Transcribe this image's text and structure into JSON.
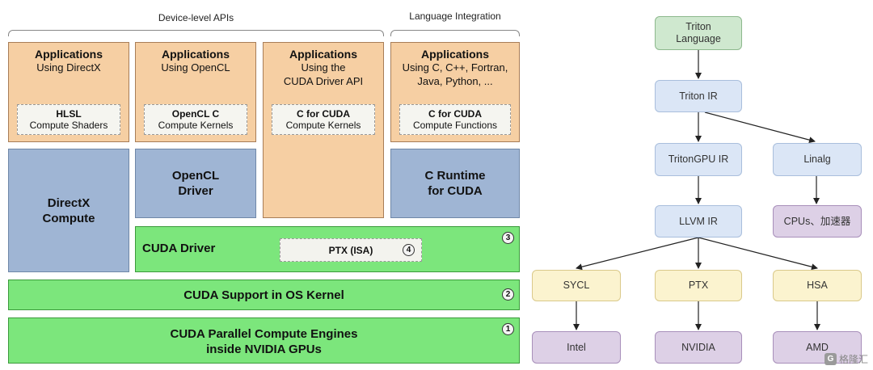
{
  "left": {
    "headers": {
      "device": "Device-level APIs",
      "language": "Language Integration"
    },
    "apps": [
      {
        "title": "Applications",
        "sub": "Using DirectX",
        "k1": "HLSL",
        "k2": "Compute Shaders"
      },
      {
        "title": "Applications",
        "sub": "Using OpenCL",
        "k1": "OpenCL C",
        "k2": "Compute Kernels"
      },
      {
        "title": "Applications",
        "sub": "Using the\nCUDA Driver API",
        "k1": "C for CUDA",
        "k2": "Compute Kernels"
      },
      {
        "title": "Applications",
        "sub": "Using C, C++, Fortran,\nJava, Python, ...",
        "k1": "C for CUDA",
        "k2": "Compute Functions"
      }
    ],
    "drivers": [
      {
        "label": "DirectX\nCompute"
      },
      {
        "label": "OpenCL\nDriver"
      },
      {
        "label": "C Runtime\nfor CUDA"
      }
    ],
    "cuda_driver": {
      "label": "CUDA Driver",
      "ptx": "PTX (ISA)",
      "ptx_num": "4",
      "num": "3"
    },
    "os_kernel": {
      "label": "CUDA Support in OS Kernel",
      "num": "2"
    },
    "engines": {
      "label": "CUDA Parallel Compute Engines\ninside NVIDIA GPUs",
      "num": "1"
    }
  },
  "right": {
    "nodes": {
      "triton_language": "Triton\nLanguage",
      "triton_ir": "Triton IR",
      "tritongpu_ir": "TritonGPU IR",
      "linalg": "Linalg",
      "llvm_ir": "LLVM IR",
      "cpus": "CPUs、加速器",
      "sycl": "SYCL",
      "ptx": "PTX",
      "hsa": "HSA",
      "intel": "Intel",
      "nvidia": "NVIDIA",
      "amd": "AMD"
    }
  },
  "watermark": "格隆汇"
}
